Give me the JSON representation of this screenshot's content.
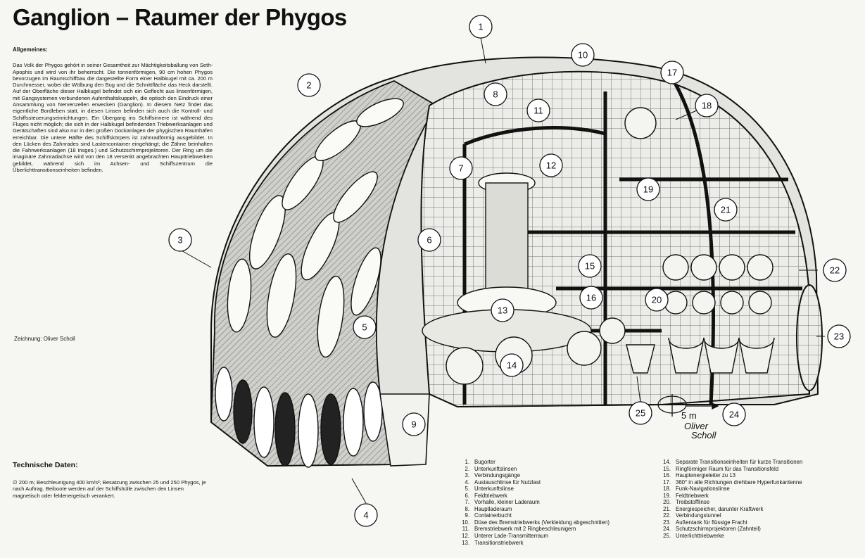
{
  "title": "Ganglion – Raumer der Phygos",
  "general": {
    "heading": "Allgemeines:",
    "text": "Das Volk der Phygos gehört in seiner Gesamtheit zur Mächtigkeitsballung von Seth-Apophis und wird von ihr beherrscht. Die tonnenförmigen, 90 cm hohen Phygos bevorzugen im Raumschiffbau die dargestellte Form einer Halbkugel mit ca. 200 m Durchmesser, wobei die Wölbung den Bug und die Schnittfläche das Heck darstellt. Auf der Oberfläche dieser Halbkugel befindet sich ein Geflecht aus linsenförmigen, mit Gangsystemen verbundenen Aufenthaltskuppeln, die optisch den Eindruck einer Ansammlung von Nervenzellen erwecken (Ganglion). In diesem Netz findet das eigentliche Bordleben statt, in diesen Linsen befinden sich auch die Kontroll- und Schiffssteuerungseinrichtungen. Ein Übergang ins Schiffsinnere ist während des Fluges nicht möglich; die sich in der Halbkugel befindenden Triebwerksanlagen und Gerätschaften sind also nur in den großen Dockanlagen der phygischen Raumhäfen erreichbar. Die untere Hälfte des Schiffskörpers ist zahnradförmig ausgebildet. In den Lücken des Zahnrades sind Lastencontainer eingehängt; die Zähne beinhalten die Fahrwerksanlagen (18 insges.) und Schutzschirmprojektoren. Der Ring um die imaginäre Zahnradachse wird von den 18 versenkt angebrachten Haupttriebwerken gebildet, während sich im Achsen- und Schiffszentrum die Überlichttransitionseinheiten befinden."
  },
  "credit": "Zeichnung: Oliver Scholl",
  "technical": {
    "heading": "Technische Daten:",
    "text": "∅ 200 m; Beschleunigung 400 km/s²; Besatzung zwischen 25 und 250 Phygos, je nach Auftrag. Beiboote werden auf der Schiffshülle zwischen den Linsen magnetisch oder feldenergetisch verankert."
  },
  "legend_left": [
    {
      "num": "1.",
      "label": "Bugorter"
    },
    {
      "num": "2.",
      "label": "Unterkunftslinsen"
    },
    {
      "num": "3.",
      "label": "Verbindungsgänge"
    },
    {
      "num": "4.",
      "label": "Austauschlinse für Nutzlast"
    },
    {
      "num": "5.",
      "label": "Unterkunftslinse"
    },
    {
      "num": "6.",
      "label": "Feldtriebwerk"
    },
    {
      "num": "7.",
      "label": "Vorhalle, kleiner Laderaum"
    },
    {
      "num": "8.",
      "label": "Hauptladeraum"
    },
    {
      "num": "9.",
      "label": "Containerbucht"
    },
    {
      "num": "10.",
      "label": "Düse des Bremstriebwerks (Verkleidung abgeschnitten)"
    },
    {
      "num": "11.",
      "label": "Bremstriebwerk mit 2 Ringbeschleunigern"
    },
    {
      "num": "12.",
      "label": "Unterer Lade-Transmitterraum"
    },
    {
      "num": "13.",
      "label": "Transitionstriebwerk"
    }
  ],
  "legend_right": [
    {
      "num": "14.",
      "label": "Separate Transitionseinheiten für kurze Transitionen"
    },
    {
      "num": "15.",
      "label": "Ringförmiger Raum für das Transitionsfeld"
    },
    {
      "num": "16.",
      "label": "Hauptenergieleiter zu 13"
    },
    {
      "num": "17.",
      "label": "360° in alle Richtungen drehbare Hyperfunkantenne"
    },
    {
      "num": "18.",
      "label": "Funk-Navigationslinse"
    },
    {
      "num": "19.",
      "label": "Feldtriebwerk"
    },
    {
      "num": "20.",
      "label": "Treibstofflinse"
    },
    {
      "num": "21.",
      "label": "Energiespeicher, darunter Kraftwerk"
    },
    {
      "num": "22.",
      "label": "Verbindungstunnel"
    },
    {
      "num": "23.",
      "label": "Außentank für flüssige Fracht"
    },
    {
      "num": "24.",
      "label": "Schutzschirmprojektoren (Zahnteil)"
    },
    {
      "num": "25.",
      "label": "Unterlichttriebwerke"
    }
  ],
  "callouts": [
    "1",
    "2",
    "3",
    "4",
    "5",
    "6",
    "7",
    "8",
    "9",
    "10",
    "11",
    "12",
    "13",
    "14",
    "15",
    "16",
    "17",
    "18",
    "19",
    "20",
    "21",
    "22",
    "23",
    "24",
    "25"
  ],
  "scale_label": "5 m",
  "signature": {
    "first": "Oliver",
    "last": "Scholl"
  }
}
